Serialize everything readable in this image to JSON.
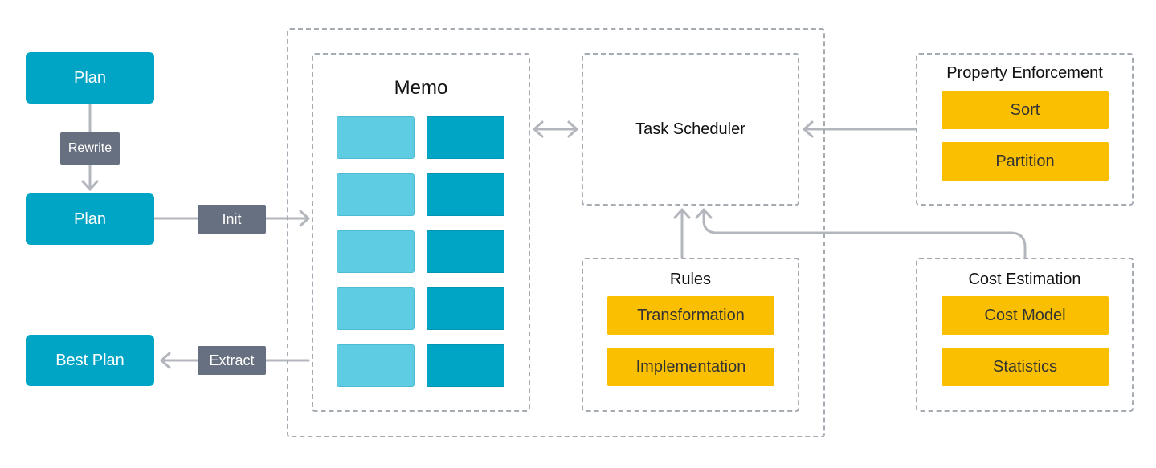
{
  "plan_boxes": {
    "plan_top": "Plan",
    "plan_middle": "Plan",
    "best_plan": "Best Plan"
  },
  "edge_labels": {
    "rewrite": "Rewrite",
    "init": "Init",
    "extract": "Extract"
  },
  "memo": {
    "title": "Memo",
    "rows": 5,
    "columns": 2
  },
  "task_scheduler": {
    "title": "Task Scheduler"
  },
  "rules": {
    "title": "Rules",
    "items": [
      "Transformation",
      "Implementation"
    ]
  },
  "property_enforcement": {
    "title": "Property Enforcement",
    "items": [
      "Sort",
      "Partition"
    ]
  },
  "cost_estimation": {
    "title": "Cost Estimation",
    "items": [
      "Cost Model",
      "Statistics"
    ]
  },
  "colors": {
    "plan_box": "#00a4c4",
    "memo_cell_light": "#5ecde3",
    "memo_cell_dark": "#00a4c4",
    "item_box": "#f9bf00",
    "edge_label": "#667080",
    "arrow": "#b3b7bd",
    "dashed_border": "#a5abb3"
  }
}
